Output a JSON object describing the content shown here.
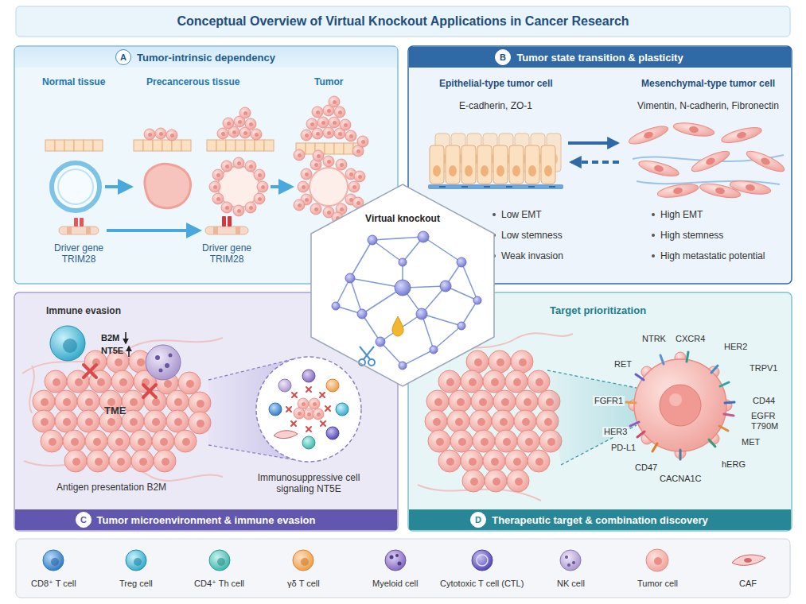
{
  "diagram": {
    "title": "Conceptual Overview of Virtual Knockout Applications in Cancer Research",
    "nodes": [
      {
        "text": [
          "Tumor-intrinsic dependency"
        ]
      },
      {
        "text": [
          "A"
        ],
        "in": 0
      },
      {
        "text": [
          "Tumor state transition & plasticity"
        ]
      },
      {
        "text": [
          "B"
        ],
        "in": 2
      },
      {
        "text": [
          "Virtual knockout"
        ]
      },
      {
        "text": [
          "Tumor microenvironment & immune evasion"
        ]
      },
      {
        "text": [
          "C"
        ],
        "in": 5
      },
      {
        "text": [
          "Therapeutic target & combination discovery"
        ]
      },
      {
        "text": [
          "D"
        ],
        "in": 7
      }
    ],
    "labels": [
      "Normal tissue",
      "Precancerous tissue",
      "Tumor",
      "Driver gene TRIM28",
      "Driver gene TRIM28",
      "Epithelial-type tumor cell",
      "E-cadherin, ZO-1",
      "Mesenchymal-type tumor cell",
      "Vimentin, N-cadherin, Fibronectin",
      "Low EMT",
      "Low stemness",
      "Weak invasion",
      "High EMT",
      "High stemness",
      "High metastatic potential",
      "Immune evasion",
      "B2M",
      "NT5E",
      "TME",
      "Antigen presentation B2M",
      "Immunosuppressive cell signaling NT5E",
      "Target prioritization",
      "NTRK",
      "CXCR4",
      "HER2",
      "TRPV1",
      "RET",
      "CD44",
      "FGFR1",
      "EGFR T790M",
      "HER3",
      "MET",
      "PD-L1",
      "CD47",
      "CACNA1C",
      "hERG"
    ],
    "legend": [
      {
        "text": "CD8⁺ T cell"
      },
      {
        "text": "Treg cell"
      },
      {
        "text": "CD4⁺ Th cell"
      },
      {
        "text": "γδ T cell"
      },
      {
        "text": "Myeloid cell"
      },
      {
        "text": "Cytotoxic T cell (CTL)"
      },
      {
        "text": "NK cell"
      },
      {
        "text": "Tumor cell"
      },
      {
        "text": "CAF"
      }
    ]
  }
}
